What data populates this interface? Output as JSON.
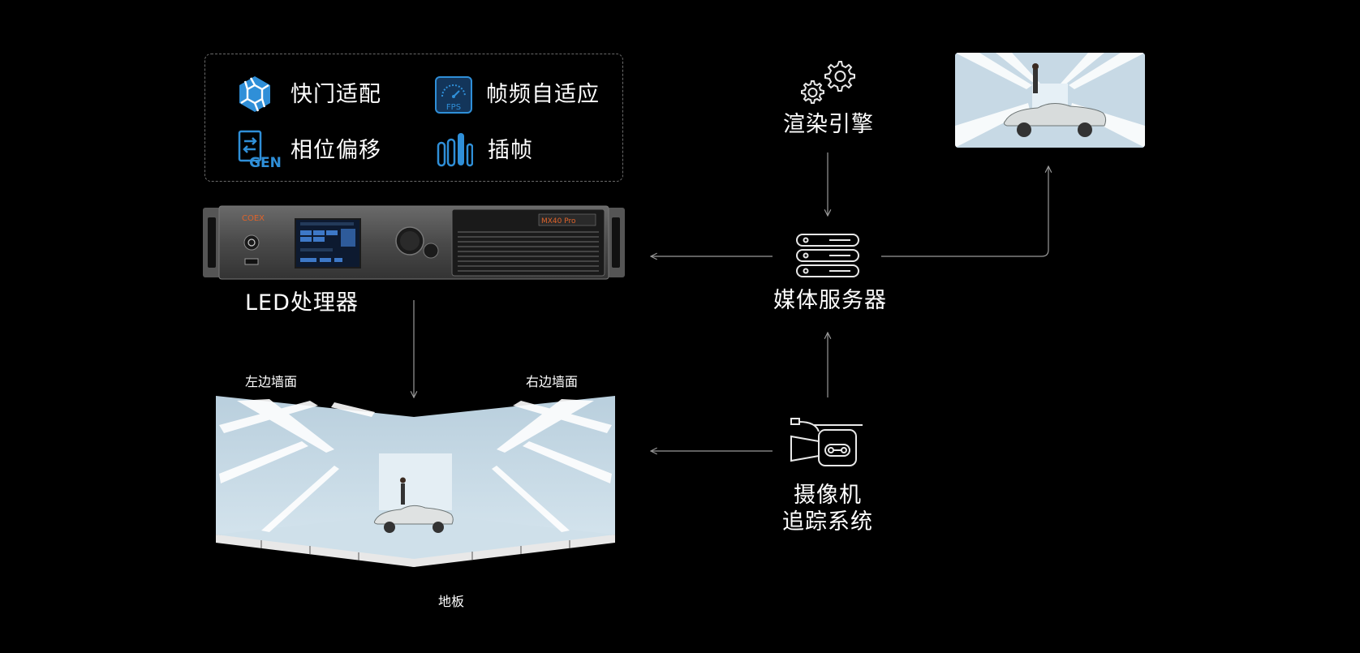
{
  "features": [
    {
      "label": "快门适配",
      "icon": "shutter-icon"
    },
    {
      "label": "帧频自适应",
      "icon": "fps-gauge-icon"
    },
    {
      "label": "相位偏移",
      "icon": "gen-phase-icon"
    },
    {
      "label": "插帧",
      "icon": "frame-bars-icon"
    }
  ],
  "fps_badge": "FPS",
  "gen_badge": "GEN",
  "processor": {
    "label": "LED处理器",
    "brand": "COEX",
    "model": "MX40 Pro"
  },
  "render_engine": {
    "label": "渲染引擎",
    "icon": "gears-icon"
  },
  "media_server": {
    "label": "媒体服务器",
    "icon": "server-icon"
  },
  "camera_tracking": {
    "label_line1": "摄像机",
    "label_line2": "追踪系统",
    "icon": "camera-icon"
  },
  "stage": {
    "left_wall": "左边墙面",
    "right_wall": "右边墙面",
    "floor": "地板"
  },
  "colors": {
    "background": "#000000",
    "accent_blue": "#2f8fd8",
    "line": "#9a9a9a"
  }
}
